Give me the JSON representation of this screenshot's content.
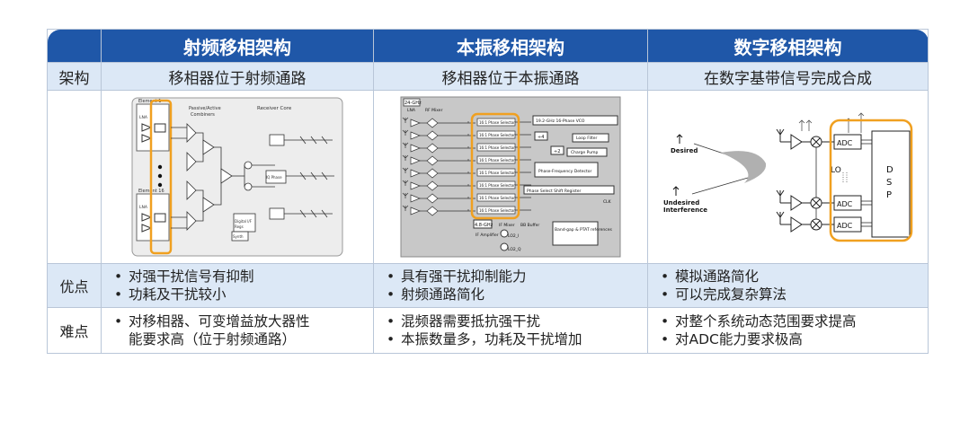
{
  "header": {
    "corner": "",
    "col1": "射频移相架构",
    "col2": "本振移相架构",
    "col3": "数字移相架构"
  },
  "rows": {
    "arch": {
      "label": "架构",
      "c1": "移相器位于射频通路",
      "c2": "移相器位于本振通路",
      "c3": "在数字基带信号完成合成"
    },
    "pros": {
      "label": "优点",
      "c1": [
        "对强干扰信号有抑制",
        "功耗及干扰较小"
      ],
      "c2": [
        "具有强干扰抑制能力",
        "射频通路简化"
      ],
      "c3": [
        "模拟通路简化",
        "可以完成复杂算法"
      ]
    },
    "cons": {
      "label": "难点",
      "c1": [
        "对移相器、可变增益放大器性",
        "能要求高（位于射频通路）"
      ],
      "c2": [
        "混频器需要抵抗强干扰",
        "本振数量多，功耗及干扰增加"
      ],
      "c3": [
        "对整个系统动态范围要求提高",
        "对ADC能力要求极高"
      ]
    }
  },
  "diagrams": {
    "rf": {
      "element1": "Element 1",
      "element16": "Element 16",
      "pa_label": "Passive/Active",
      "combiners": "Combiners",
      "receiver_core": "Receiver Core",
      "lna": "LNA",
      "digital": "Digital I/F",
      "regs": "Regs",
      "iq": "IQ Phase",
      "synth": "Synth"
    },
    "lo": {
      "freq": "24-GHz",
      "lna": "LNA",
      "rfmixer": "RF Mixer",
      "vco": "19.2-GHz 16-Phase VCO",
      "loop_filter": "Loop Filter",
      "charge_pump": "Charge Pump",
      "pfd": "Phase-Frequency Detector",
      "shift_reg": "Phase Select Shift Register",
      "if_freq": "4.8-GHz",
      "if_mixer": "IF Mixer",
      "bb_buffer": "BB Buffer",
      "if_amp": "IF Amplifier",
      "bandgap": "Band-gap & PTAT references",
      "sel_label": "16:1 Phase Selector",
      "clk": "CLK",
      "div": "÷4",
      "div2": "÷2",
      "lo_i": "LO2_I",
      "lo_q": "LO2_Q"
    },
    "digital": {
      "desired": "Desired",
      "undesired1": "Undesired",
      "undesired2": "Interference",
      "adc": "ADC",
      "lo": "LO",
      "dsp": [
        "D",
        "S",
        "P"
      ]
    }
  },
  "colors": {
    "header_bg": "#1f57a8",
    "band_bg": "#dce8f6",
    "highlight": "#f0a020"
  }
}
